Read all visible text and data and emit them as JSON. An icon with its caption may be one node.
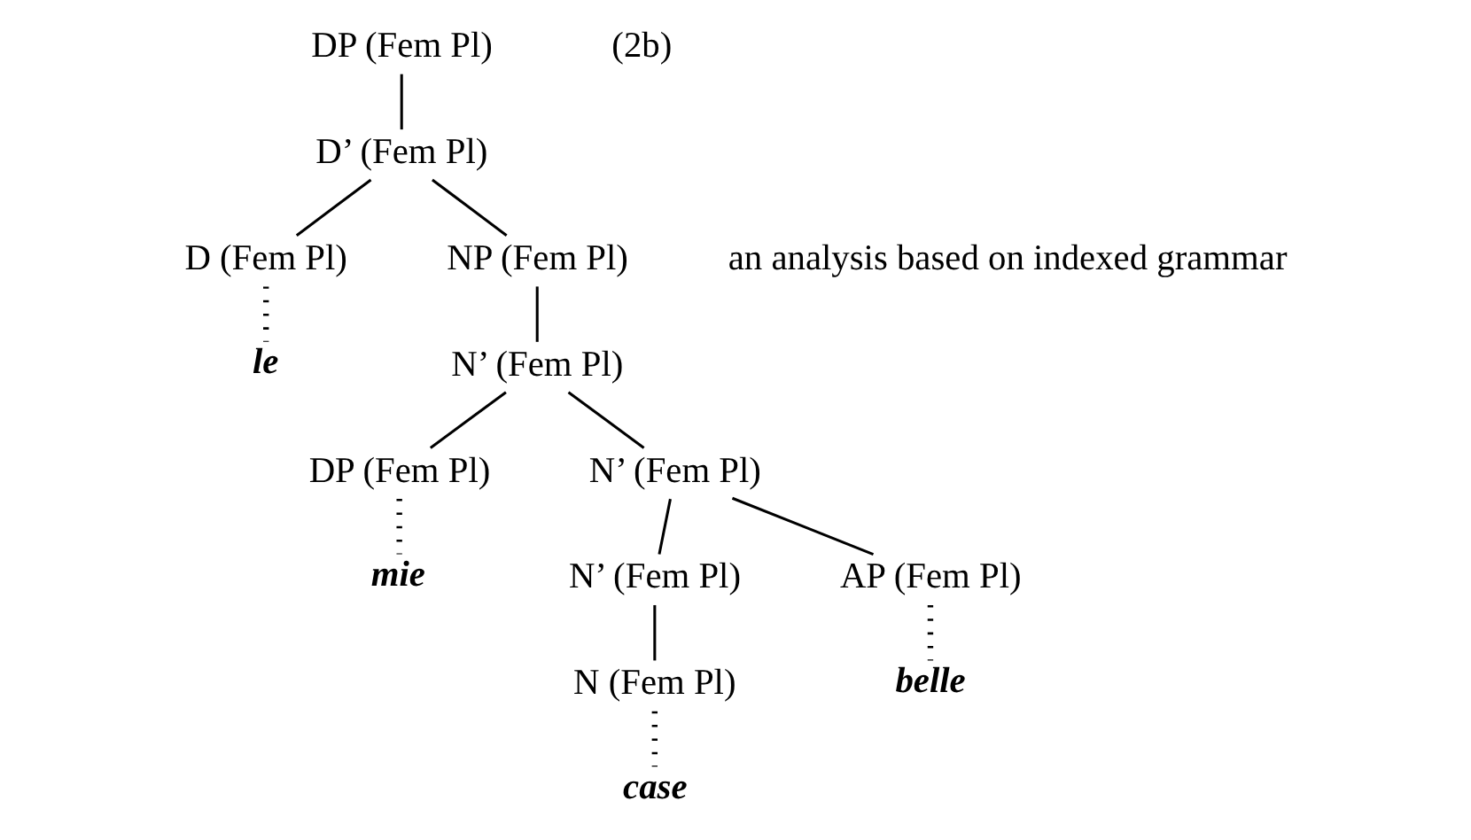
{
  "diagram": {
    "nodes": [
      {
        "text": [
          "DP (Fem Pl)"
        ]
      },
      {
        "text": [
          "D’ (Fem Pl)"
        ]
      },
      {
        "text": [
          "D (Fem Pl)"
        ]
      },
      {
        "text": [
          "NP (Fem Pl)"
        ]
      },
      {
        "text": [
          "le"
        ]
      },
      {
        "text": [
          "N’ (Fem Pl)"
        ]
      },
      {
        "text": [
          "DP (Fem Pl)"
        ]
      },
      {
        "text": [
          "N’ (Fem Pl)"
        ]
      },
      {
        "text": [
          "mie"
        ]
      },
      {
        "text": [
          "N’ (Fem Pl)"
        ]
      },
      {
        "text": [
          "AP (Fem Pl)"
        ]
      },
      {
        "text": [
          "N (Fem Pl)"
        ]
      },
      {
        "text": [
          "belle"
        ]
      },
      {
        "text": [
          "case"
        ]
      }
    ],
    "edges": [
      {
        "from": 0,
        "to": 1,
        "arrow": "none"
      },
      {
        "from": 1,
        "to": 2,
        "arrow": "none"
      },
      {
        "from": 1,
        "to": 3,
        "arrow": "none"
      },
      {
        "from": 2,
        "to": 4,
        "arrow": "none",
        "style": "dashed"
      },
      {
        "from": 3,
        "to": 5,
        "arrow": "none"
      },
      {
        "from": 5,
        "to": 6,
        "arrow": "none"
      },
      {
        "from": 5,
        "to": 7,
        "arrow": "none"
      },
      {
        "from": 6,
        "to": 8,
        "arrow": "none",
        "style": "dashed"
      },
      {
        "from": 7,
        "to": 9,
        "arrow": "none"
      },
      {
        "from": 7,
        "to": 10,
        "arrow": "none"
      },
      {
        "from": 9,
        "to": 11,
        "arrow": "none"
      },
      {
        "from": 10,
        "to": 12,
        "arrow": "none",
        "style": "dashed"
      },
      {
        "from": 11,
        "to": 13,
        "arrow": "none",
        "style": "dashed"
      }
    ],
    "labels": [
      "(2b)",
      "an analysis based on indexed grammar"
    ]
  }
}
